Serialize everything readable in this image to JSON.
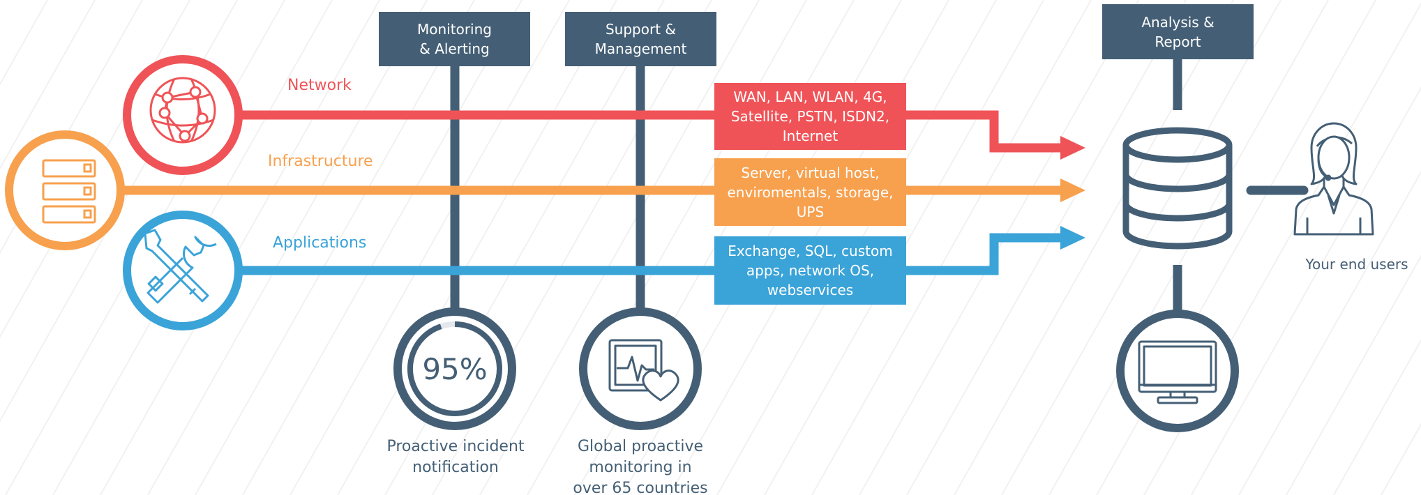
{
  "colors": {
    "network": "#ef5357",
    "infrastructure": "#f7a04e",
    "applications": "#3aa3d8",
    "slate": "#445f75",
    "background": "#ffffff",
    "stripe": "#f1f1f1"
  },
  "headers": {
    "monitoring": "Monitoring\n& Alerting",
    "support": "Support &\nManagement",
    "analysis": "Analysis &\nReport"
  },
  "streams": {
    "network": {
      "label": "Network",
      "detail": "WAN, LAN, WLAN, 4G, Satellite, PSTN, ISDN2, Internet",
      "icon": "globe-network-icon"
    },
    "infrastructure": {
      "label": "Infrastructure",
      "detail": "Server, virtual host, enviromentals, storage, UPS",
      "icon": "server-rack-icon"
    },
    "applications": {
      "label": "Applications",
      "detail": "Exchange, SQL, custom apps, network OS, webservices",
      "icon": "tools-icon"
    }
  },
  "indicators": {
    "incident": {
      "value_text": "95%",
      "progress": 0.95,
      "caption": "Proactive incident notification"
    },
    "global": {
      "caption": "Global proactive monitoring in over 65 countries",
      "icon": "heart-monitor-icon"
    }
  },
  "outputs": {
    "database_icon": "database-icon",
    "computer_icon": "computer-monitor-icon",
    "user_icon": "support-agent-icon",
    "end_users_label": "Your end users"
  }
}
